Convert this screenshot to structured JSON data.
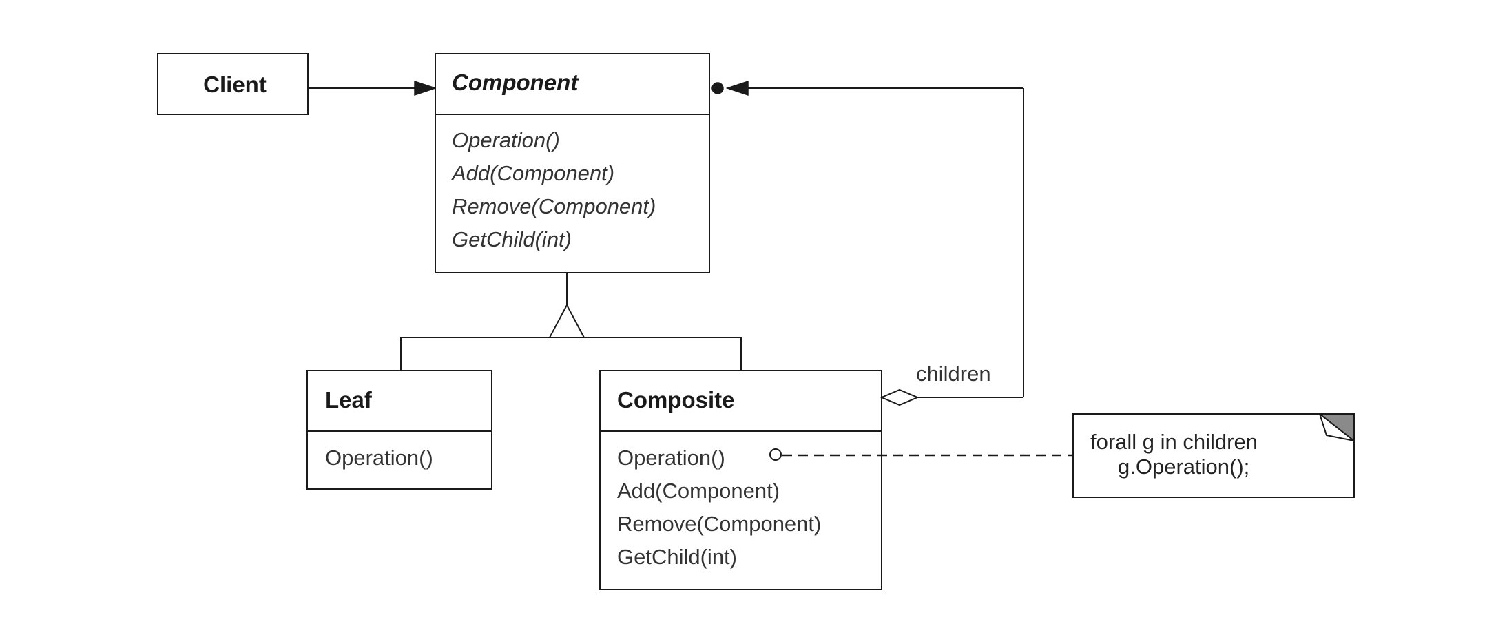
{
  "classes": {
    "client": {
      "name": "Client"
    },
    "component": {
      "name": "Component",
      "operations": [
        "Operation()",
        "Add(Component)",
        "Remove(Component)",
        "GetChild(int)"
      ]
    },
    "leaf": {
      "name": "Leaf",
      "operations": [
        "Operation()"
      ]
    },
    "composite": {
      "name": "Composite",
      "operations": [
        "Operation()",
        "Add(Component)",
        "Remove(Component)",
        "GetChild(int)"
      ]
    }
  },
  "relations": {
    "children_label": "children"
  },
  "note": {
    "lines": [
      "forall g in children",
      "g.Operation();"
    ]
  }
}
